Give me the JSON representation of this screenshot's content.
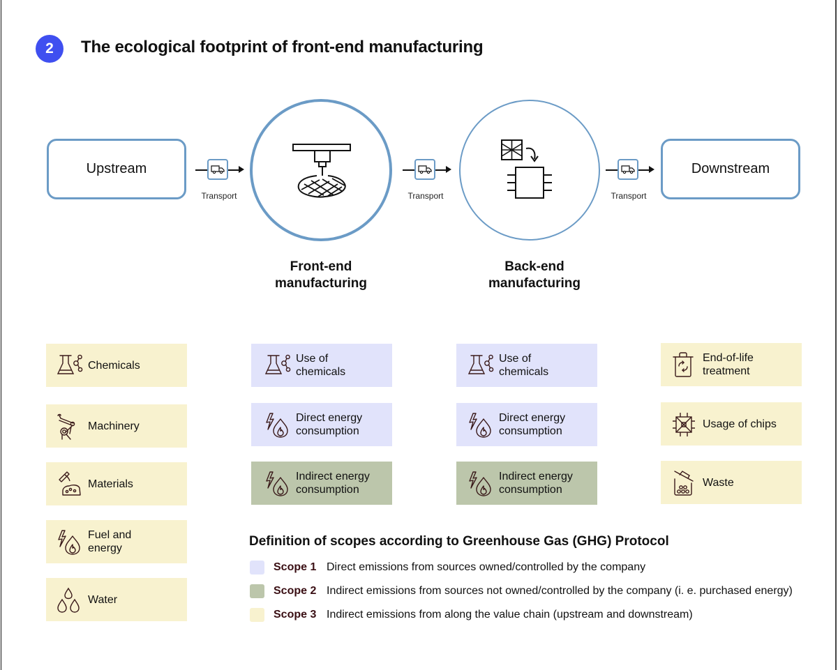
{
  "header": {
    "badge_number": "2",
    "title": "The ecological footprint of front-end manufacturing"
  },
  "flow": {
    "upstream": "Upstream",
    "downstream": "Downstream",
    "transport_label": "Transport",
    "front_end_label_line1": "Front-end",
    "front_end_label_line2": "manufacturing",
    "back_end_label_line1": "Back-end",
    "back_end_label_line2": "manufacturing"
  },
  "columns": {
    "upstream": [
      {
        "icon": "flask-molecule-icon",
        "label": "Chemicals",
        "scope": 3
      },
      {
        "icon": "robot-arm-icon",
        "label": "Machinery",
        "scope": 3
      },
      {
        "icon": "pickaxe-ore-icon",
        "label": "Materials",
        "scope": 3
      },
      {
        "icon": "lightning-flame-icon",
        "label_line1": "Fuel and",
        "label_line2": "energy",
        "scope": 3
      },
      {
        "icon": "water-drops-icon",
        "label": "Water",
        "scope": 3
      }
    ],
    "front_end": [
      {
        "icon": "flask-molecule-icon",
        "label_line1": "Use of",
        "label_line2": "chemicals",
        "scope": 1
      },
      {
        "icon": "lightning-flame-icon",
        "label_line1": "Direct energy",
        "label_line2": "consumption",
        "scope": 1
      },
      {
        "icon": "lightning-flame-icon",
        "label_line1": "Indirect energy",
        "label_line2": "consumption",
        "scope": 2
      }
    ],
    "back_end": [
      {
        "icon": "flask-molecule-icon",
        "label_line1": "Use of",
        "label_line2": "chemicals",
        "scope": 1
      },
      {
        "icon": "lightning-flame-icon",
        "label_line1": "Direct energy",
        "label_line2": "consumption",
        "scope": 1
      },
      {
        "icon": "lightning-flame-icon",
        "label_line1": "Indirect energy",
        "label_line2": "consumption",
        "scope": 2
      }
    ],
    "downstream": [
      {
        "icon": "recycle-bin-icon",
        "label_line1": "End-of-life",
        "label_line2": "treatment",
        "scope": 3
      },
      {
        "icon": "chip-icon",
        "label": "Usage of chips",
        "scope": 3
      },
      {
        "icon": "waste-bin-icon",
        "label": "Waste",
        "scope": 3
      }
    ]
  },
  "definitions": {
    "title": "Definition of scopes according to Greenhouse Gas (GHG) Protocol",
    "scopes": [
      {
        "name": "Scope 1",
        "text": "Direct emissions from sources owned/controlled by the company",
        "color": "#e1e3fb"
      },
      {
        "name": "Scope 2",
        "text": "Indirect emissions from sources not owned/controlled by the company (i. e. purchased energy)",
        "color": "#bcc6ab"
      },
      {
        "name": "Scope 3",
        "text": "Indirect emissions from along the value chain (upstream and downstream)",
        "color": "#f8f2cf"
      }
    ]
  },
  "colors": {
    "accent_badge": "#3f4ff0",
    "stage_border": "#6b9bc6",
    "scope1": "#e1e3fb",
    "scope2": "#bcc6ab",
    "scope3": "#f8f2cf",
    "icon_stroke": "#3a1a1a"
  }
}
